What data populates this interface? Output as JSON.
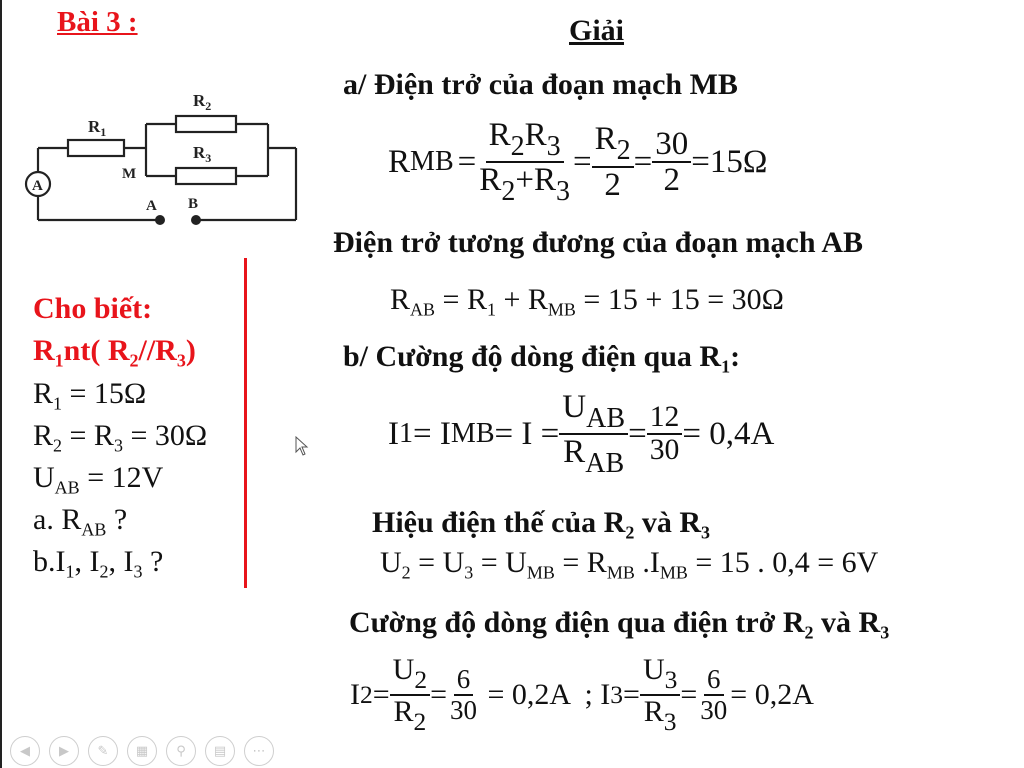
{
  "title": "Bài 3 :",
  "solution_heading": "Giải",
  "circuit": {
    "labels": {
      "ammeter": "A",
      "r1": "R",
      "r1_sub": "1",
      "r2": "R",
      "r2_sub": "2",
      "r3": "R",
      "r3_sub": "3",
      "node_m": "M",
      "node_a": "A",
      "node_b": "B"
    }
  },
  "given": {
    "heading": "Cho biết:",
    "config": {
      "a": "R",
      "a_sub": "1",
      "b": "nt( R",
      "b_sub": "2",
      "c": "//R",
      "c_sub": "3",
      "d": ")"
    },
    "r1": {
      "var": "R",
      "sub": "1",
      "rest": " = 15Ω"
    },
    "r23": {
      "a": "R",
      "a_sub": "2",
      "b": " = R",
      "b_sub": "3",
      "c": " = 30Ω"
    },
    "uab": {
      "var": "U",
      "sub": "AB",
      "rest": " = 12V"
    },
    "qa": {
      "pre": "a. R",
      "sub": "AB",
      "rest": " ?"
    },
    "qb": {
      "pre": "b.I",
      "s1": "1",
      "t1": ", I",
      "s2": "2",
      "t2": ", I",
      "s3": "3",
      "t3": " ?"
    }
  },
  "part_a": {
    "heading": "a/ Điện trở của đoạn mạch MB",
    "eq1": {
      "lhs": "R",
      "lhs_sub": "MB",
      "eq": "=",
      "f1_num_a": "R",
      "f1_num_a_sub": "2",
      "f1_num_b": "R",
      "f1_num_b_sub": "3",
      "f1_den_a": "R",
      "f1_den_a_sub": "2",
      "f1_den_b": "+R",
      "f1_den_b_sub": "3",
      "eq2": "=",
      "f2_num": "R",
      "f2_num_sub": "2",
      "f2_den": "2",
      "eq3": "=",
      "f3_num": "30",
      "f3_den": "2",
      "result": "=15Ω"
    },
    "heading2": "Điện trở tương đương của đoạn mạch AB",
    "eq2": {
      "a": "R",
      "a_sub": "AB",
      "b": " = R",
      "b_sub": "1",
      "c": " + R",
      "c_sub": "MB",
      "d": " = 15 + 15 = 30Ω"
    }
  },
  "part_b": {
    "heading": {
      "pre": "b/ Cường độ dòng điện qua R",
      "sub": "1",
      "post": ":"
    },
    "eq1": {
      "a": "I",
      "a_sub": "1",
      "b": " = I",
      "b_sub": "MB",
      "c": "= I = ",
      "f1_num": "U",
      "f1_num_sub": "AB",
      "f1_den": "R",
      "f1_den_sub": "AB",
      "d": " = ",
      "f2_num": "12",
      "f2_den": "30",
      "e": " = 0,4A"
    },
    "heading2": {
      "pre": "Hiệu điện thế của R",
      "s1": "2",
      "mid": " và R",
      "s2": "3"
    },
    "eq2": {
      "a": "U",
      "a_sub": "2",
      "b": " = U",
      "b_sub": "3",
      "c": " = U",
      "c_sub": "MB",
      "d": " = R",
      "d_sub": "MB",
      "e": " .I",
      "e_sub": "MB",
      "f": " = 15 . 0,4 = 6V"
    },
    "heading3": {
      "pre": "Cường độ dòng điện qua điện trở R",
      "s1": "2",
      "mid": " và R",
      "s2": "3"
    },
    "eq3": {
      "a": "I",
      "a_sub": "2",
      "b": " = ",
      "f1_num": "U",
      "f1_num_sub": "2",
      "f1_den": "R",
      "f1_den_sub": "2",
      "c": " = ",
      "f2_num": "6",
      "f2_den": "30",
      "d": " = 0,2A  ; I",
      "d_sub": "3",
      "e": " = ",
      "f3_num": "U",
      "f3_num_sub": "3",
      "f3_den": "R",
      "f3_den_sub": "3",
      "f": " = ",
      "f4_num": "6",
      "f4_den": "30",
      "g": " = 0,2A"
    }
  },
  "nav_icons": [
    "back-icon",
    "forward-icon",
    "pen-icon",
    "slides-icon",
    "zoom-icon",
    "subtitles-icon",
    "more-icon"
  ]
}
